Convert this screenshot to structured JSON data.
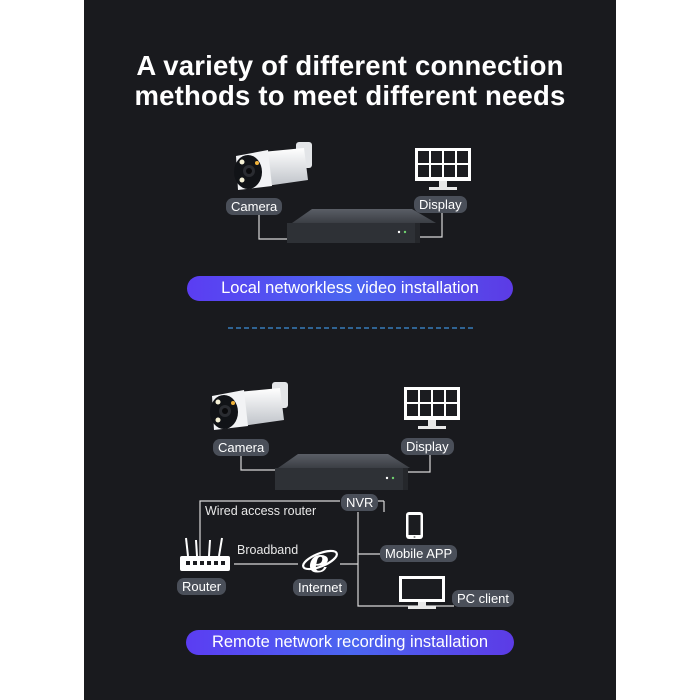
{
  "title_line1": "A variety of different connection",
  "title_line2": "methods to meet different needs",
  "local": {
    "camera": "Camera",
    "display": "Display",
    "banner": "Local networkless video installation"
  },
  "remote": {
    "camera": "Camera",
    "display": "Display",
    "nvr": "NVR",
    "wired": "Wired access router",
    "broadband": "Broadband",
    "router": "Router",
    "internet": "Internet",
    "mobile": "Mobile APP",
    "pc": "PC client",
    "banner": "Remote network recording installation"
  },
  "colors": {
    "panel": "#191a1e",
    "pill": "#4a4f59",
    "banner_start": "#5b3df2",
    "banner_end": "#4a66f0",
    "divider": "#3d8fd9"
  },
  "icons": [
    "bullet-camera-icon",
    "monitor-icon",
    "nvr-recorder-icon",
    "router-icon",
    "internet-explorer-icon",
    "smartphone-icon",
    "pc-monitor-icon"
  ]
}
